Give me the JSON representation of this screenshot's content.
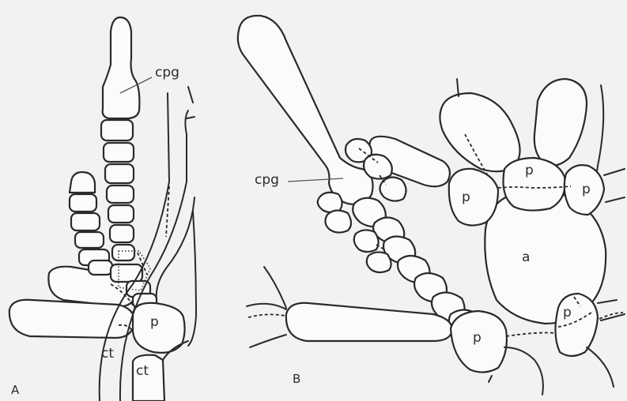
{
  "labels": {
    "panel_a": "A",
    "panel_b": "B",
    "carpogonium": "cpg",
    "connecting_tissue": "ct",
    "pericentral": "p",
    "axial": "a"
  }
}
